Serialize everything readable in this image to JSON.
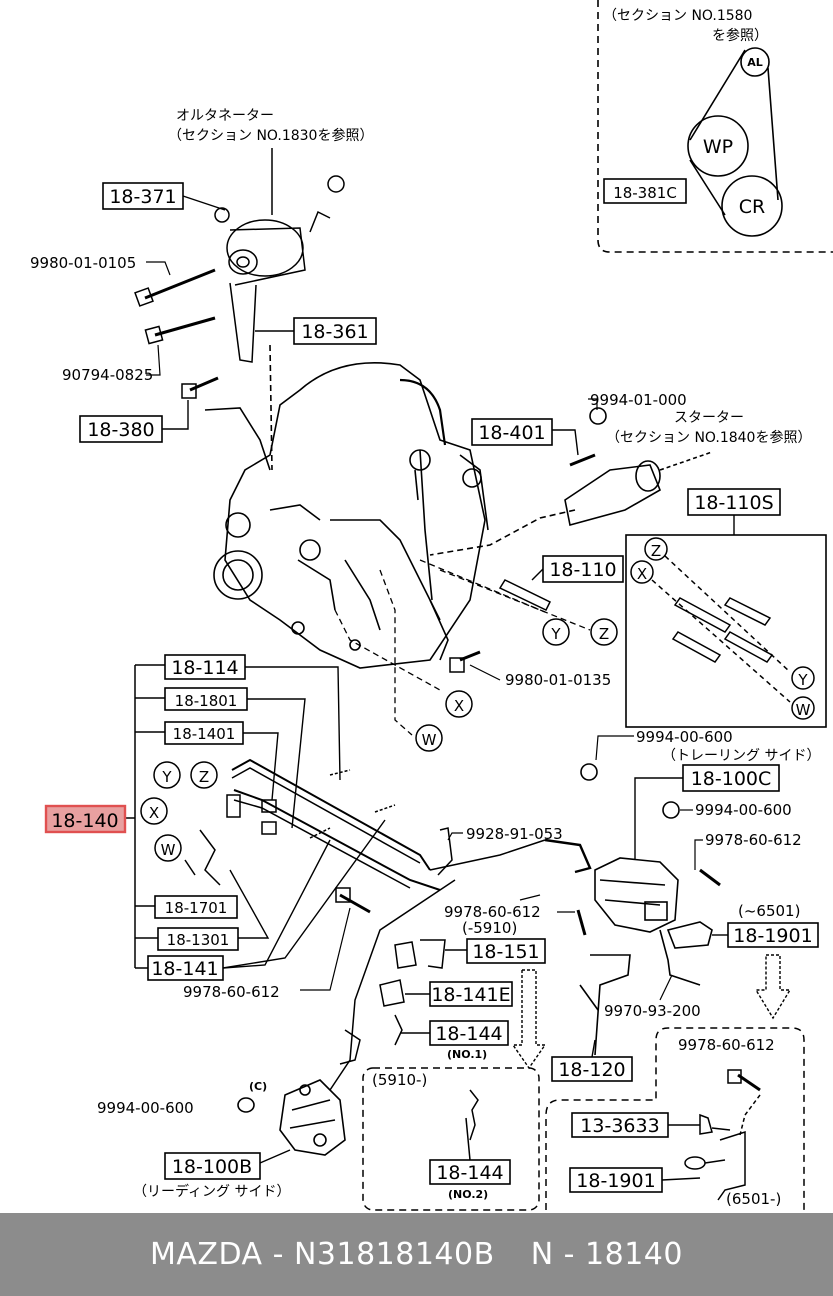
{
  "diagram": {
    "part_labels": {
      "p18_371": "18-371",
      "p18_361": "18-361",
      "p18_380": "18-380",
      "p18_401": "18-401",
      "p18_110s": "18-110S",
      "p18_110": "18-110",
      "p18_114": "18-114",
      "p18_1801": "18-1801",
      "p18_1401": "18-1401",
      "p18_140": "18-140",
      "p18_1701": "18-1701",
      "p18_1301": "18-1301",
      "p18_141": "18-141",
      "p18_151": "18-151",
      "p18_141e": "18-141E",
      "p18_144a": "18-144",
      "p18_144b": "18-144",
      "p18_100b": "18-100B",
      "p18_100c": "18-100C",
      "p18_1901a": "18-1901",
      "p18_1901b": "18-1901",
      "p18_120": "18-120",
      "p13_3633": "13-3633",
      "p18_381c": "18-381C"
    },
    "plain_labels": {
      "bolt_0105": "9980-01-0105",
      "bolt_0825": "90794-0825",
      "nut_000": "9994-01-000",
      "bolt_0135": "9980-01-0135",
      "nut_600_top": "9994-00-600",
      "trailing_side": "（トレーリング サイド）",
      "nut_600_mid": "9994-00-600",
      "bolt_612_a": "9978-60-612",
      "clip_053": "9928-91-053",
      "bolt_612_b": "9978-60-612",
      "range_5910": "(-5910)",
      "bolt_612_c": "9978-60-612",
      "range_6501_top": "(~6501)",
      "wire_200": "9970-93-200",
      "bolt_612_d": "9978-60-612",
      "nut_600_low": "9994-00-600",
      "leading_side": "（リーディング サイド）",
      "no1": "(NO.1)",
      "no2": "(NO.2)",
      "range_5910_from": "(5910-)",
      "range_6501_from": "(6501-)",
      "alternator": "オルタネーター",
      "alternator_ref": "（セクション NO.1830を参照）",
      "starter": "スターター",
      "starter_ref": "（セクション NO.1840を参照）",
      "belt_ref_1": "（セクション NO.1580",
      "belt_ref_2": "を参照）",
      "c_mark": "(C)"
    },
    "circle_markers": {
      "al": "AL",
      "wp": "WP",
      "cr": "CR",
      "x1": "X",
      "y1": "Y",
      "z1": "Z",
      "w1": "W",
      "x2": "X",
      "y2": "Y",
      "z2": "Z",
      "w2": "W",
      "x3": "X",
      "y3": "Y",
      "z3": "Z",
      "w3": "W"
    },
    "highlight_color": "#e05050"
  },
  "footer": {
    "brand": "MAZDA - N31818140B",
    "part": "N - 18140"
  }
}
